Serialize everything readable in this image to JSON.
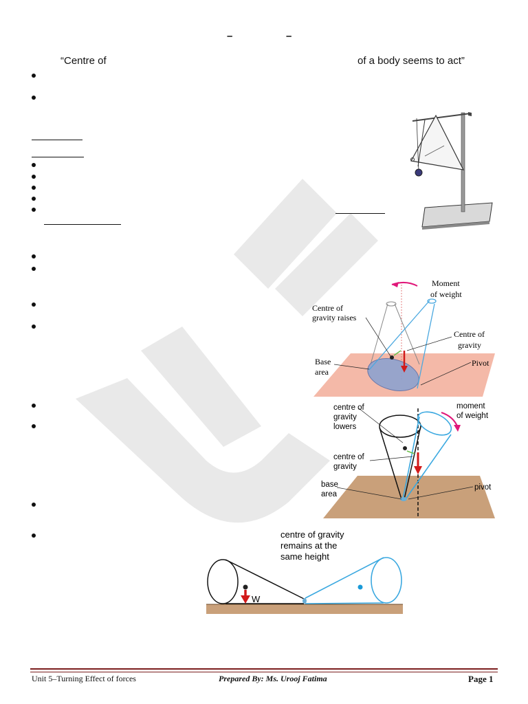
{
  "title_dash_left": "–",
  "title_dash_right": "–",
  "definition": {
    "left": "“Centre of",
    "right": "of a body seems to act”"
  },
  "figure_stand": {
    "icon": "retort-stand-plumb-line-icon"
  },
  "figure_unstable": {
    "moment_label": [
      "Moment",
      "of weight"
    ],
    "cg_raises_label": [
      "Centre of",
      "gravity raises"
    ],
    "cg_label": [
      "Centre of",
      "gravity"
    ],
    "base_label": [
      "Base",
      "area"
    ],
    "pivot_label": "Pivot",
    "accent": "#e0187a",
    "cone_color": "#4aa8e0",
    "floor_color": "#f4b9a8"
  },
  "figure_stable_cone": {
    "cg_lowers_label": [
      "centre of",
      "gravity",
      "lowers"
    ],
    "moment_label": [
      "moment",
      "of weight"
    ],
    "cg_label": [
      "centre of",
      "gravity"
    ],
    "base_label": [
      "base",
      "area"
    ],
    "pivot_label": "pivot",
    "floor_color": "#c9a07a"
  },
  "figure_neutral": {
    "caption": [
      "centre of gravity",
      "remains at the",
      "same height"
    ],
    "weight_label": "W",
    "arrow_color": "#d11a1a"
  },
  "footer": {
    "left": "Unit 5–Turning Effect of forces",
    "middle": "Prepared By: Ms. Urooj Fatima",
    "right": "Page 1"
  }
}
